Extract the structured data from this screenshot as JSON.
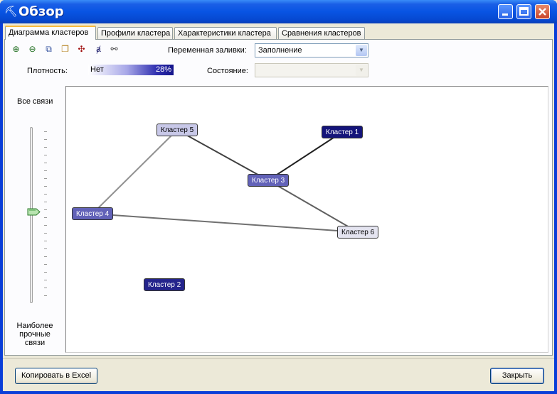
{
  "window": {
    "title": "Обзор"
  },
  "tabs": [
    {
      "label": "Диаграмма кластеров",
      "active": true
    },
    {
      "label": "Профили кластера",
      "active": false
    },
    {
      "label": "Характеристики кластера",
      "active": false
    },
    {
      "label": "Сравнения кластеров",
      "active": false
    }
  ],
  "toolbar": {
    "icons": [
      "zoom-in-icon",
      "zoom-out-icon",
      "copy-icon",
      "copy-visible-icon",
      "fit-to-window-icon",
      "find-node-icon",
      "layout-icon"
    ],
    "glyphs": [
      "⊕",
      "⊖",
      "⧉",
      "❐",
      "✣",
      "ⱥ",
      "⚯"
    ]
  },
  "controls": {
    "shading_label": "Переменная заливки:",
    "shading_value": "Заполнение",
    "density_label": "Плотность:",
    "density_none": "Нет",
    "density_percent": "28%",
    "state_label": "Состояние:",
    "state_value": ""
  },
  "slider": {
    "top_label": "Все связи",
    "bottom_label": "Наиболее прочные связи",
    "level": 0.48
  },
  "diagram": {
    "nodes": [
      {
        "id": "c5",
        "label": "Кластер 5",
        "fill": "#c8c8e8",
        "text": "#000000"
      },
      {
        "id": "c1",
        "label": "Кластер 1",
        "fill": "#14147a",
        "text": "#ffffff"
      },
      {
        "id": "c3",
        "label": "Кластер 3",
        "fill": "#6262b8",
        "text": "#ffffff"
      },
      {
        "id": "c4",
        "label": "Кластер 4",
        "fill": "#6262b8",
        "text": "#ffffff"
      },
      {
        "id": "c6",
        "label": "Кластер 6",
        "fill": "#e4e4f0",
        "text": "#000000"
      },
      {
        "id": "c2",
        "label": "Кластер 2",
        "fill": "#24248c",
        "text": "#ffffff"
      }
    ],
    "edges": [
      {
        "from": "c5",
        "to": "c3",
        "color": "#404040"
      },
      {
        "from": "c1",
        "to": "c3",
        "color": "#202020"
      },
      {
        "from": "c3",
        "to": "c6",
        "color": "#606060"
      },
      {
        "from": "c5",
        "to": "c4",
        "color": "#909090"
      },
      {
        "from": "c4",
        "to": "c6",
        "color": "#707070"
      }
    ]
  },
  "buttons": {
    "copy_excel": "Копировать в Excel",
    "close": "Закрыть"
  }
}
